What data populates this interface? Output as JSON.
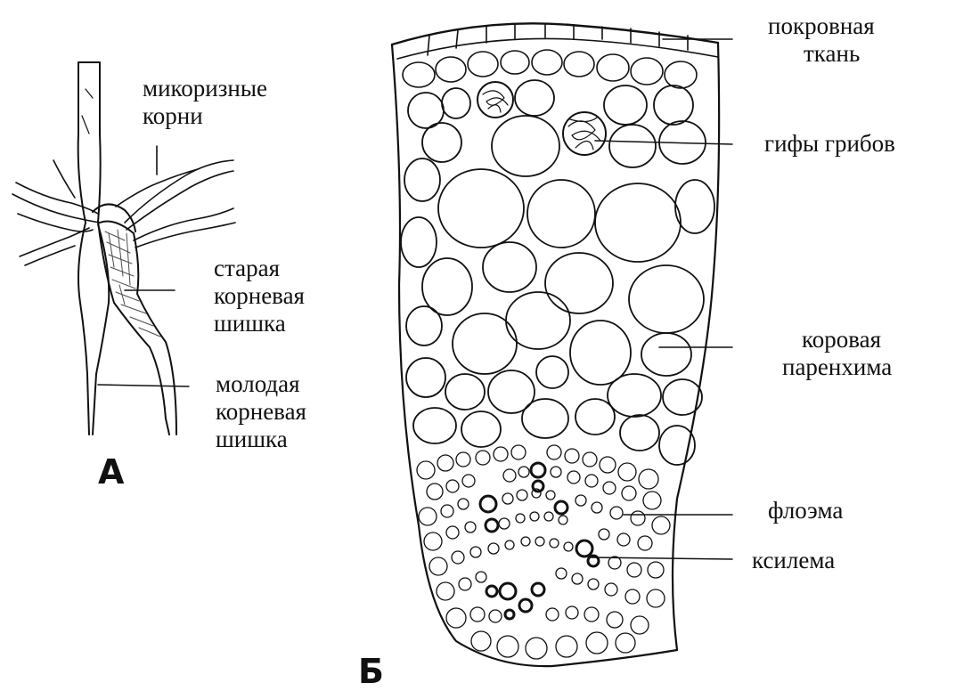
{
  "panels": [
    {
      "letter": "А",
      "labels": {
        "mycorrhizal_roots": [
          "микоризные",
          "корни"
        ],
        "old_root_nodule": [
          "старая",
          "корневая",
          "шишка"
        ],
        "young_root_nodule": [
          "молодая",
          "корневая",
          "шишка"
        ]
      }
    },
    {
      "letter": "Б",
      "labels": {
        "cover_tissue": [
          "покровная",
          "ткань"
        ],
        "fungal_hyphae": [
          "гифы грибов"
        ],
        "cortical_parenchyma": [
          "коровая",
          "паренхима"
        ],
        "phloem": [
          "флоэма"
        ],
        "xylem": [
          "ксилема"
        ]
      }
    }
  ],
  "colors": {
    "ink": "#111111",
    "background": "#ffffff"
  }
}
